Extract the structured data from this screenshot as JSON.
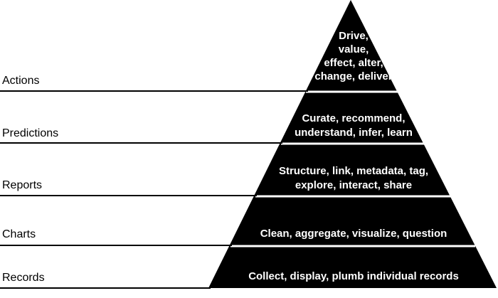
{
  "diagram": {
    "colors": {
      "pyramid": "#000000",
      "divider": "#ffffff",
      "line": "#000000",
      "text_on_pyramid": "#ffffff"
    },
    "levels": [
      {
        "label": "Actions",
        "description": [
          "Drive,",
          "value,",
          "effect, alter,",
          "change, deliver"
        ]
      },
      {
        "label": "Predictions",
        "description": [
          "Curate, recommend,",
          "understand, infer, learn"
        ]
      },
      {
        "label": "Reports",
        "description": [
          "Structure, link, metadata, tag,",
          "explore, interact, share"
        ]
      },
      {
        "label": "Charts",
        "description": [
          "Clean, aggregate, visualize, question"
        ]
      },
      {
        "label": "Records",
        "description": [
          "Collect, display, plumb individual records"
        ]
      }
    ]
  }
}
